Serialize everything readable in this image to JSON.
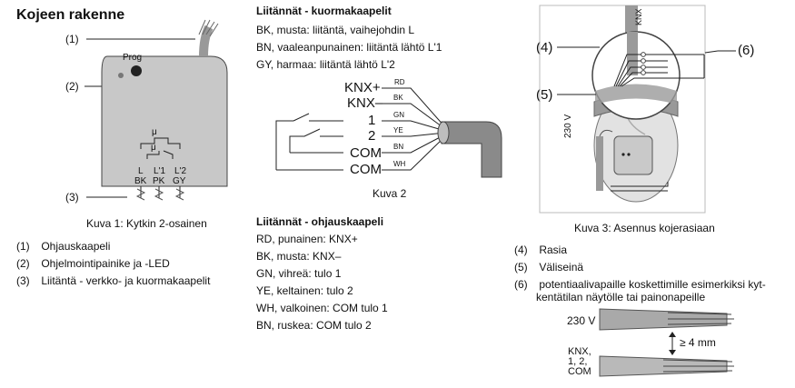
{
  "left": {
    "title": "Kojeen rakenne",
    "callouts": {
      "c1": "(1)",
      "c2": "(2)",
      "c3": "(3)"
    },
    "device": {
      "prog_label": "Prog",
      "mu_top": "μ",
      "mu_bottom": "μ",
      "terminals_top": [
        "L",
        "L'1",
        "L'2"
      ],
      "terminals_bottom": [
        "BK",
        "PK",
        "GY"
      ]
    },
    "caption": "Kuva 1: Kytkin 2-osainen",
    "list": [
      {
        "num": "(1)",
        "text": "Ohjauskaapeli"
      },
      {
        "num": "(2)",
        "text": "Ohjelmointipainike ja -LED"
      },
      {
        "num": "(3)",
        "text": "Liitäntä - verkko- ja kuormakaapelit"
      }
    ]
  },
  "middle": {
    "load_title": "Liitännät - kuormakaapelit",
    "load_items": [
      "BK, musta: liitäntä, vaihejohdin L",
      "BN, vaaleanpunainen: liitäntä lähtö L'1",
      "GY, harmaa: liitäntä lähtö L'2"
    ],
    "diagram": {
      "signals": [
        "KNX+",
        "KNX–",
        "1",
        "2",
        "COM",
        "COM"
      ],
      "wires": [
        "RD",
        "BK",
        "GN",
        "YE",
        "BN",
        "WH"
      ]
    },
    "caption2": "Kuva 2",
    "control_title": "Liitännät - ohjauskaapeli",
    "control_items": [
      "RD, punainen: KNX+",
      "BK, musta: KNX–",
      "GN, vihreä: tulo 1",
      "YE, keltainen: tulo 2",
      "WH, valkoinen: COM tulo 1",
      "BN, ruskea: COM tulo 2"
    ]
  },
  "right": {
    "callouts": {
      "c4": "(4)",
      "c5": "(5)",
      "c6": "(6)"
    },
    "knx_label": "KNX",
    "v230_label": "230 V",
    "caption3": "Kuva 3: Asennus kojerasiaan",
    "list": [
      {
        "num": "(4)",
        "text": "Rasia"
      },
      {
        "num": "(5)",
        "text": "Väliseinä"
      },
      {
        "num": "(6)",
        "text": "potentiaalivapaille koskettimille esimerkiksi kyt-"
      }
    ],
    "list_cont": "kentätilan näytölle tai painonapeille",
    "spacing": {
      "v230": "230 V",
      "distance": "≥ 4 mm",
      "knx_lines": [
        "KNX,",
        "1, 2,",
        "COM"
      ]
    }
  }
}
